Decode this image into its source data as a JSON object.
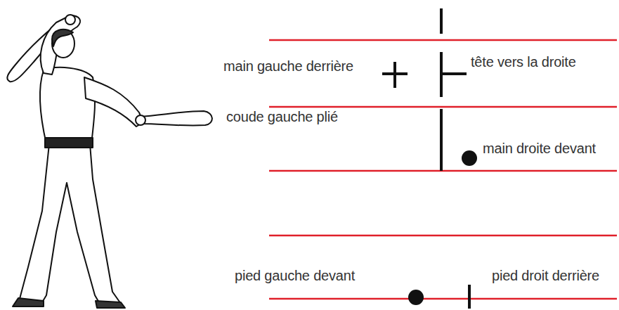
{
  "diagram": {
    "labels": [
      "main gauche derrière",
      "tête vers la droite",
      "coude gauche plié",
      "main droite devant",
      "pied gauche devant",
      "pied droit derrière"
    ]
  }
}
